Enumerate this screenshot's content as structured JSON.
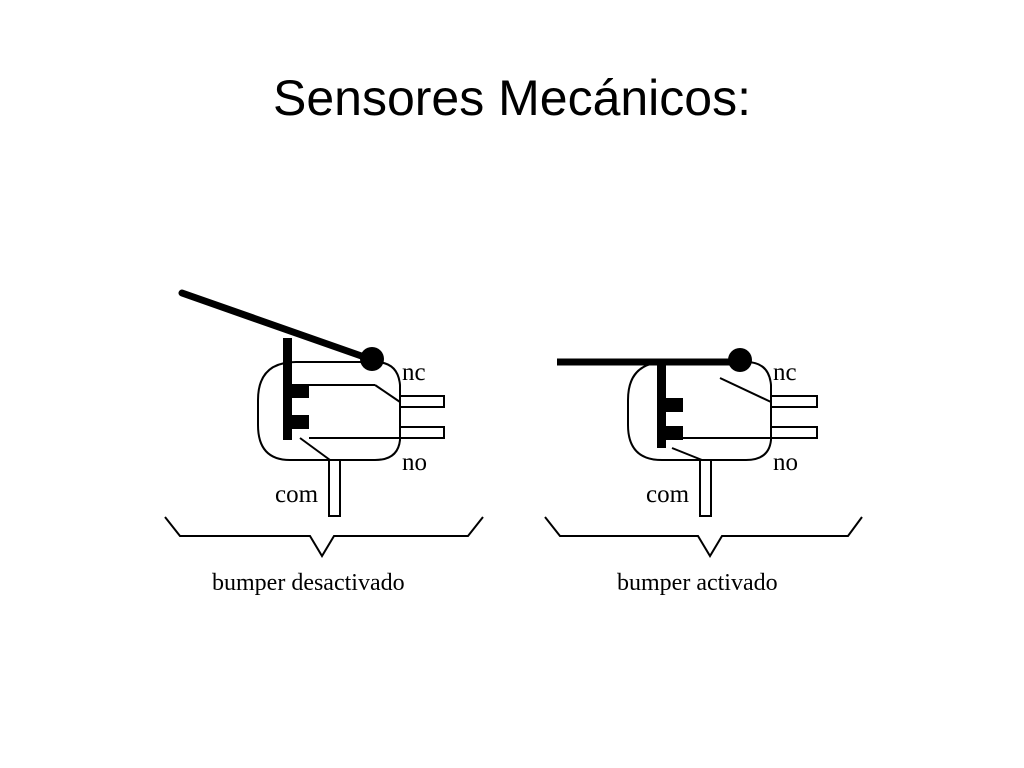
{
  "slide": {
    "title": "Sensores Mecánicos:"
  },
  "diagram": {
    "switches": [
      {
        "state": "bumper desactivado",
        "labels": {
          "nc": "nc",
          "no": "no",
          "com": "com"
        }
      },
      {
        "state": "bumper activado",
        "labels": {
          "nc": "nc",
          "no": "no",
          "com": "com"
        }
      }
    ]
  }
}
